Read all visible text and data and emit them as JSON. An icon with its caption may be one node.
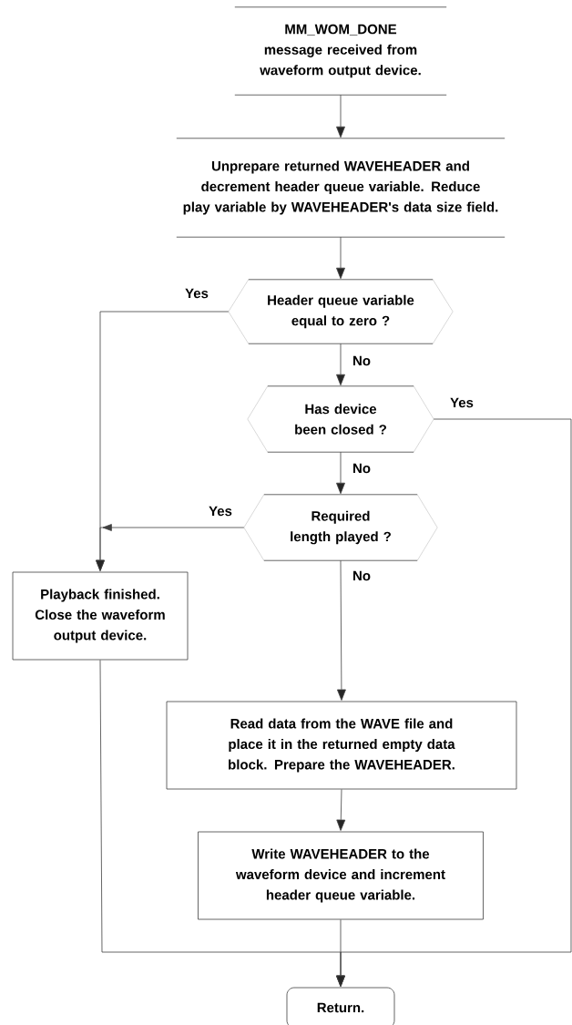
{
  "diagram": {
    "nodes": [
      {
        "text": [
          "MM_WOM_DONE message received from waveform output device."
        ]
      },
      {
        "text": [
          "Unprepare returned WAVEHEADER and decrement header queue variable. Reduce play variable by WAVEHEADER's data size field."
        ]
      },
      {
        "text": [
          "Header queue variable equal to zero ?"
        ]
      },
      {
        "text": [
          "Has device been closed ?"
        ]
      },
      {
        "text": [
          "Required length played ?"
        ]
      },
      {
        "text": [
          "Playback finished. Close the waveform output device."
        ]
      },
      {
        "text": [
          "Read data from the WAVE file and place it in the returned empty data block. Prepare the WAVEHEADER."
        ]
      },
      {
        "text": [
          "Write WAVEHEADER to the waveform device and increment header queue variable."
        ]
      },
      {
        "text": [
          "Return."
        ]
      }
    ],
    "edges": [
      {
        "from": 0,
        "to": 1,
        "arrow": "to"
      },
      {
        "from": 1,
        "to": 2,
        "arrow": "to"
      },
      {
        "from": 2,
        "to": 5,
        "arrow": "to",
        "label": "Yes"
      },
      {
        "from": 2,
        "to": 3,
        "arrow": "to",
        "label": "No"
      },
      {
        "from": 3,
        "to": 8,
        "arrow": "to",
        "label": "Yes"
      },
      {
        "from": 3,
        "to": 4,
        "arrow": "to",
        "label": "No"
      },
      {
        "from": 4,
        "to": 5,
        "arrow": "to",
        "label": "Yes"
      },
      {
        "from": 4,
        "to": 6,
        "arrow": "to",
        "label": "No"
      },
      {
        "from": 6,
        "to": 7,
        "arrow": "to"
      },
      {
        "from": 7,
        "to": 8,
        "arrow": "to"
      },
      {
        "from": 5,
        "to": 8,
        "arrow": "to"
      }
    ]
  }
}
